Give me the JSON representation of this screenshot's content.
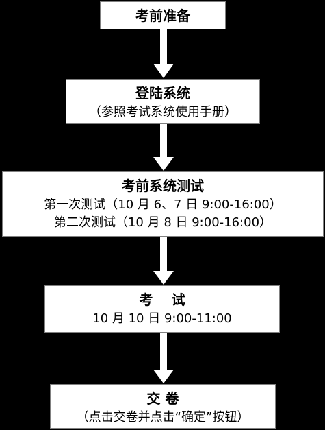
{
  "colors": {
    "background": "#000000",
    "box_fill": "#ffffff",
    "arrow": "#ffffff",
    "text": "#000000"
  },
  "steps": [
    {
      "title": "考前准备",
      "lines": []
    },
    {
      "title": "登陆系统",
      "lines": [
        "（参照考试系统使用手册）"
      ]
    },
    {
      "title": "考前系统测试",
      "lines": [
        "第一次测试（10 月 6、7 日 9:00-16:00）",
        "第二次测试（10 月 8 日 9:00-16:00）"
      ]
    },
    {
      "title": "考　 试",
      "lines": [
        "10 月 10 日 9:00-11:00"
      ]
    },
    {
      "title": "交 卷",
      "lines": [
        "（点击交卷并点击“确定”按钮）"
      ]
    }
  ]
}
